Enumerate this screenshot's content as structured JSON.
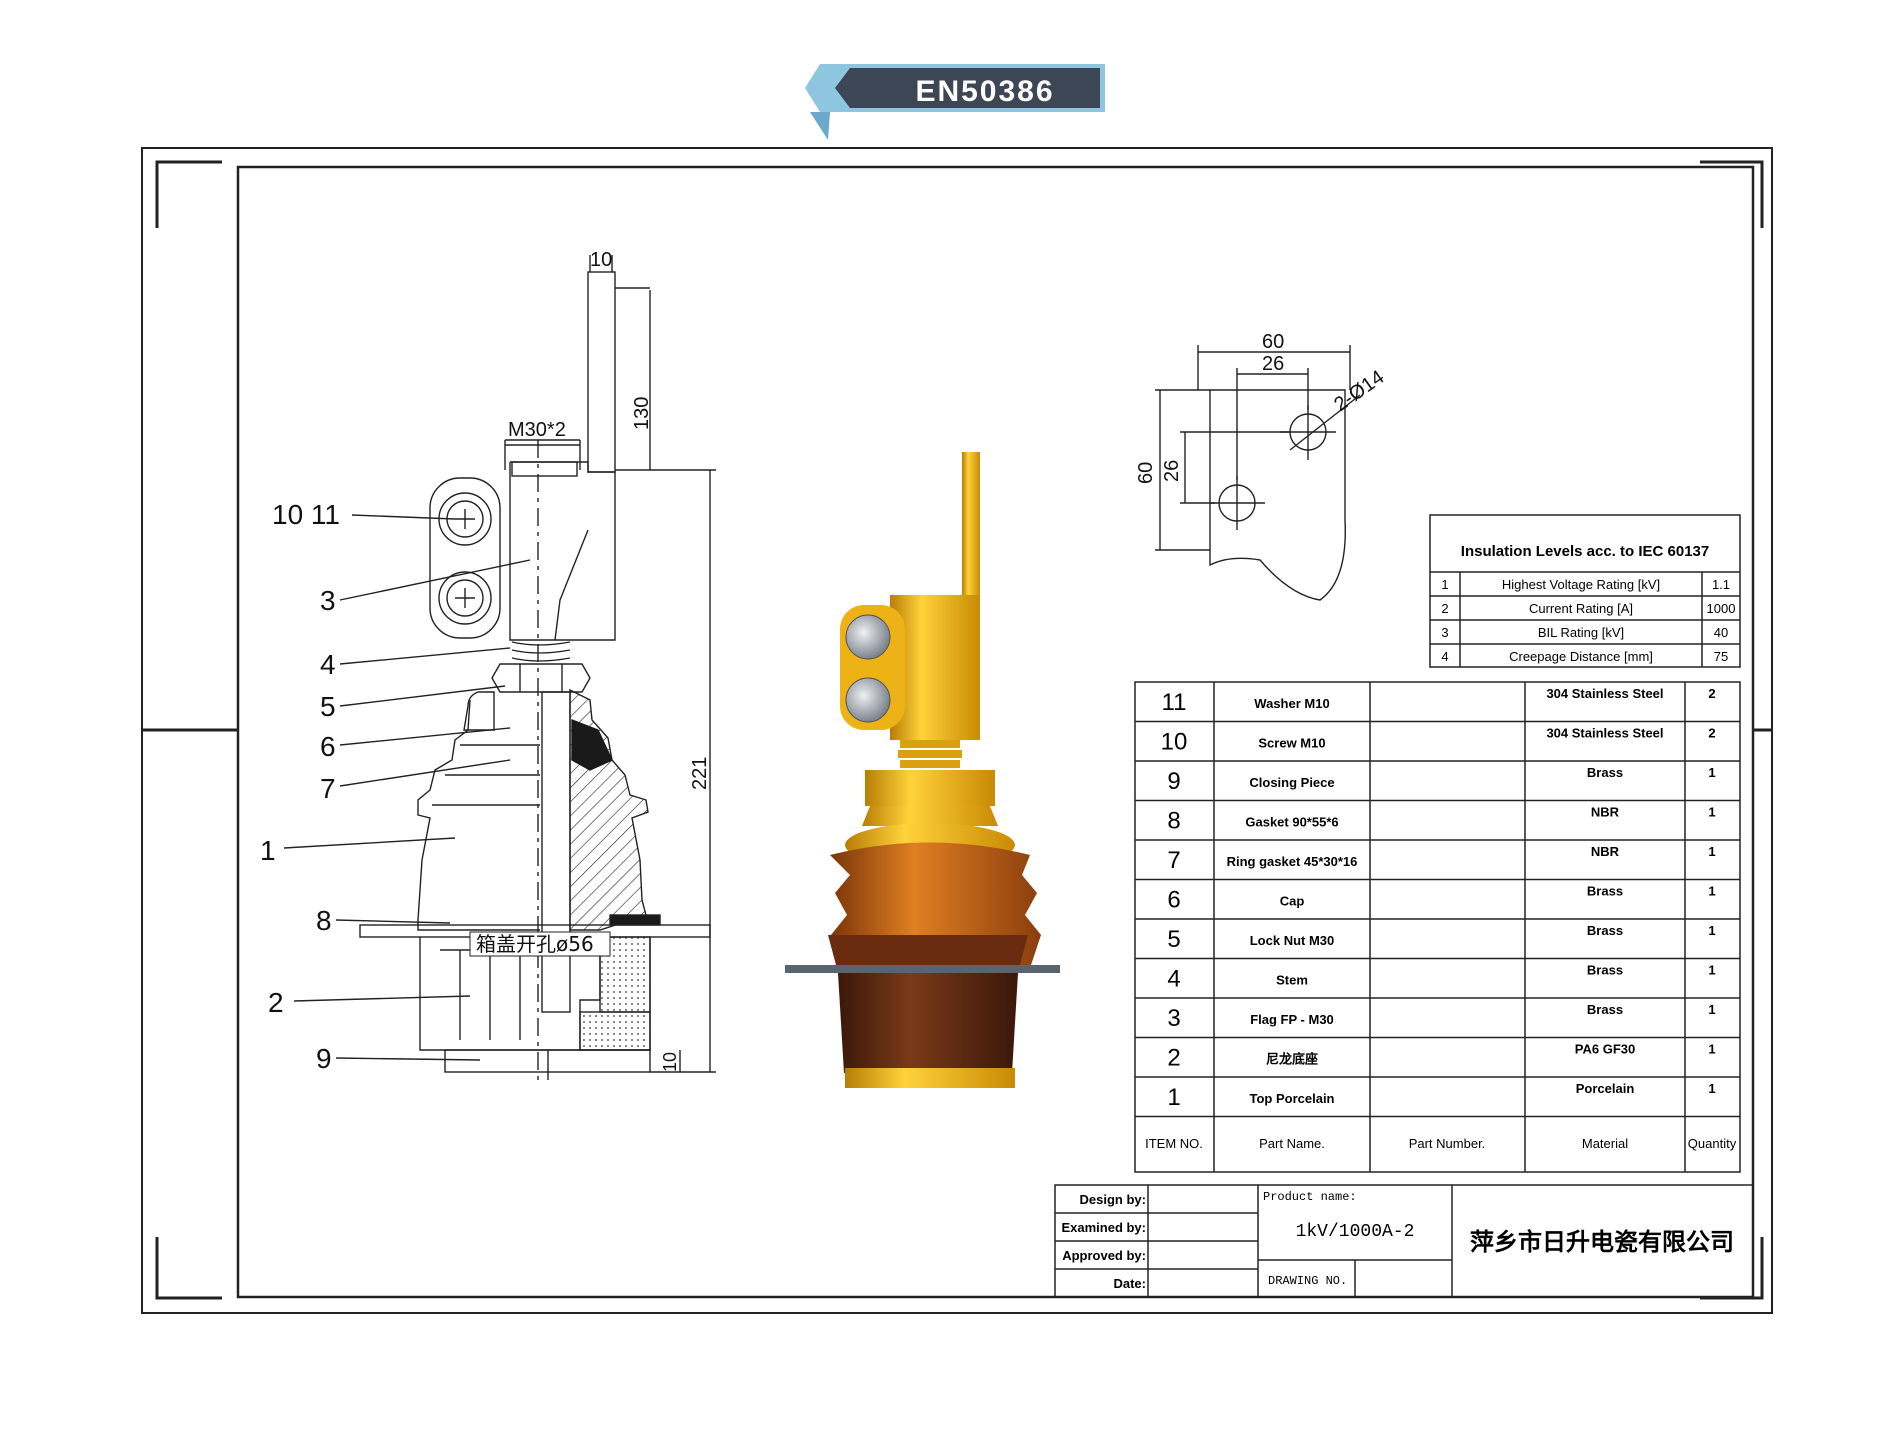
{
  "banner": {
    "text": "EN50386"
  },
  "drawing": {
    "dims": {
      "flag_thickness": "10",
      "flag_height": "130",
      "thread": "M30*2",
      "total_height": "221",
      "base_thickness": "10",
      "panel_hole": "箱盖开孔ø56",
      "flag_width_outer": "60",
      "flag_width_inner": "26",
      "flag_height_outer": "60",
      "flag_height_inner": "26",
      "holes": "2-Ø14"
    },
    "callouts": [
      "10 11",
      "3",
      "4",
      "5",
      "6",
      "7",
      "1",
      "8",
      "2",
      "9"
    ]
  },
  "insulation": {
    "title": "Insulation Levels acc. to IEC 60137",
    "rows": [
      {
        "no": "1",
        "label": "Highest Voltage Rating [kV]",
        "value": "1.1"
      },
      {
        "no": "2",
        "label": "Current Rating [A]",
        "value": "1000"
      },
      {
        "no": "3",
        "label": "BIL Rating [kV]",
        "value": "40"
      },
      {
        "no": "4",
        "label": "Creepage Distance [mm]",
        "value": "75"
      }
    ]
  },
  "bom": {
    "rows": [
      {
        "item": "11",
        "name": "Washer M10",
        "number": "",
        "material": "304 Stainless Steel",
        "qty": "2"
      },
      {
        "item": "10",
        "name": "Screw M10",
        "number": "",
        "material": "304 Stainless Steel",
        "qty": "2"
      },
      {
        "item": "9",
        "name": "Closing Piece",
        "number": "",
        "material": "Brass",
        "qty": "1"
      },
      {
        "item": "8",
        "name": "Gasket 90*55*6",
        "number": "",
        "material": "NBR",
        "qty": "1"
      },
      {
        "item": "7",
        "name": "Ring gasket 45*30*16",
        "number": "",
        "material": "NBR",
        "qty": "1"
      },
      {
        "item": "6",
        "name": "Cap",
        "number": "",
        "material": "Brass",
        "qty": "1"
      },
      {
        "item": "5",
        "name": "Lock Nut M30",
        "number": "",
        "material": "Brass",
        "qty": "1"
      },
      {
        "item": "4",
        "name": "Stem",
        "number": "",
        "material": "Brass",
        "qty": "1"
      },
      {
        "item": "3",
        "name": "Flag FP - M30",
        "number": "",
        "material": "Brass",
        "qty": "1"
      },
      {
        "item": "2",
        "name": "尼龙底座",
        "number": "",
        "material": "PA6 GF30",
        "qty": "1"
      },
      {
        "item": "1",
        "name": "Top Porcelain",
        "number": "",
        "material": "Porcelain",
        "qty": "1"
      }
    ],
    "headers": {
      "item": "ITEM NO.",
      "name": "Part Name.",
      "number": "Part Number.",
      "material": "Material",
      "qty": "Quantity"
    }
  },
  "title_block": {
    "design_by": "Design by:",
    "examined_by": "Examined by:",
    "approved_by": "Approved by:",
    "date": "Date:",
    "product_name_label": "Product name:",
    "product_name": "1kV/1000A-2",
    "drawing_no_label": "DRAWING NO.",
    "company": "萍乡市日升电瓷有限公司"
  },
  "colors": {
    "yellow": "#f2b31a",
    "orange": "#c8661a",
    "brown": "#5a2a12",
    "silver": "#9aa2ad",
    "banner_dark": "#3c4654",
    "banner_light": "#8ec6e0"
  }
}
